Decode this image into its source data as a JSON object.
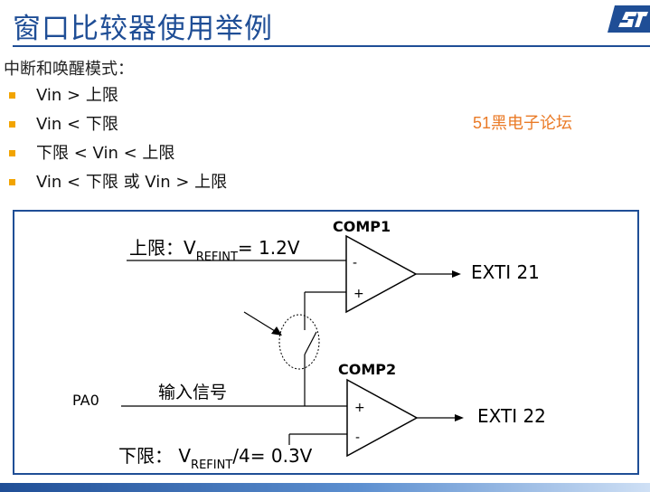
{
  "title": "窗口比较器使用举例",
  "subtitle": "中断和唤醒模式：",
  "bullets": [
    {
      "text": "Vin > 上限"
    },
    {
      "text": "Vin < 下限"
    },
    {
      "text": "下限 < Vin < 上限"
    },
    {
      "text": "Vin < 下限 或 Vin > 上限"
    }
  ],
  "watermark": "51黑电子论坛",
  "diagram": {
    "comp1_label": "COMP1",
    "comp2_label": "COMP2",
    "upper_prefix": "上限：V",
    "upper_sub": "REFINT",
    "upper_suffix": "= 1.2V",
    "lower_prefix": "下限： V",
    "lower_sub": "REFINT",
    "lower_suffix": "/4= 0.3V",
    "pa0": "PA0",
    "input_signal": "输入信号",
    "exti21": "EXTI 21",
    "exti22": "EXTI 22",
    "minus": "-",
    "plus": "+"
  },
  "colors": {
    "title": "#1f4e96",
    "bullet": "#f2a400",
    "watermark": "#ea7a26",
    "frame": "#1f4e96"
  }
}
